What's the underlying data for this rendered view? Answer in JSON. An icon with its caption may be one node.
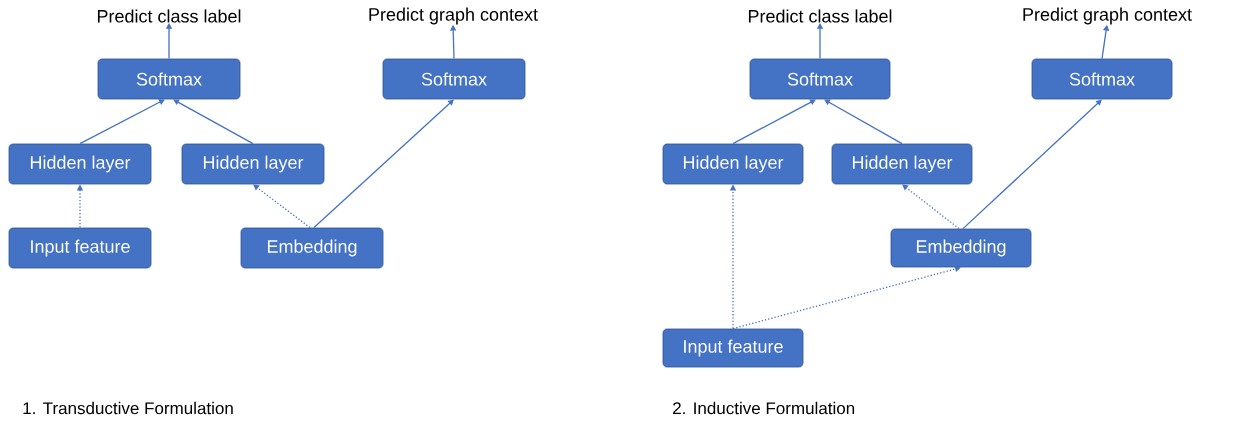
{
  "diagram": {
    "nodes": [
      {
        "text": [
          "Predict class label"
        ]
      },
      {
        "text": [
          "Predict graph context"
        ]
      },
      {
        "text": [
          "Softmax"
        ]
      },
      {
        "text": [
          "Softmax"
        ]
      },
      {
        "text": [
          "Hidden layer"
        ]
      },
      {
        "text": [
          "Hidden layer"
        ]
      },
      {
        "text": [
          "Input feature"
        ]
      },
      {
        "text": [
          "Embedding"
        ]
      },
      {
        "text": [
          "Predict class label"
        ]
      },
      {
        "text": [
          "Predict graph context"
        ]
      },
      {
        "text": [
          "Softmax"
        ]
      },
      {
        "text": [
          "Softmax"
        ]
      },
      {
        "text": [
          "Hidden layer"
        ]
      },
      {
        "text": [
          "Hidden layer"
        ]
      },
      {
        "text": [
          "Embedding"
        ]
      },
      {
        "text": [
          "Input feature"
        ]
      }
    ],
    "edges": [
      {
        "from": 2,
        "to": 0,
        "arrow": "to"
      },
      {
        "from": 3,
        "to": 1,
        "arrow": "to"
      },
      {
        "from": 4,
        "to": 2,
        "arrow": "to"
      },
      {
        "from": 5,
        "to": 2,
        "arrow": "to"
      },
      {
        "from": 6,
        "to": 4,
        "arrow": "to",
        "style": "dashed"
      },
      {
        "from": 7,
        "to": 5,
        "arrow": "to",
        "style": "dashed"
      },
      {
        "from": 7,
        "to": 3,
        "arrow": "to"
      },
      {
        "from": 10,
        "to": 8,
        "arrow": "to"
      },
      {
        "from": 11,
        "to": 9,
        "arrow": "to"
      },
      {
        "from": 12,
        "to": 10,
        "arrow": "to"
      },
      {
        "from": 13,
        "to": 10,
        "arrow": "to"
      },
      {
        "from": 15,
        "to": 12,
        "arrow": "to",
        "style": "dashed"
      },
      {
        "from": 15,
        "to": 14,
        "arrow": "to",
        "style": "dashed"
      },
      {
        "from": 14,
        "to": 13,
        "arrow": "to",
        "style": "dashed"
      },
      {
        "from": 14,
        "to": 11,
        "arrow": "to"
      }
    ],
    "labels": [
      "1. Transductive Formulation",
      "2. Inductive Formulation"
    ]
  }
}
